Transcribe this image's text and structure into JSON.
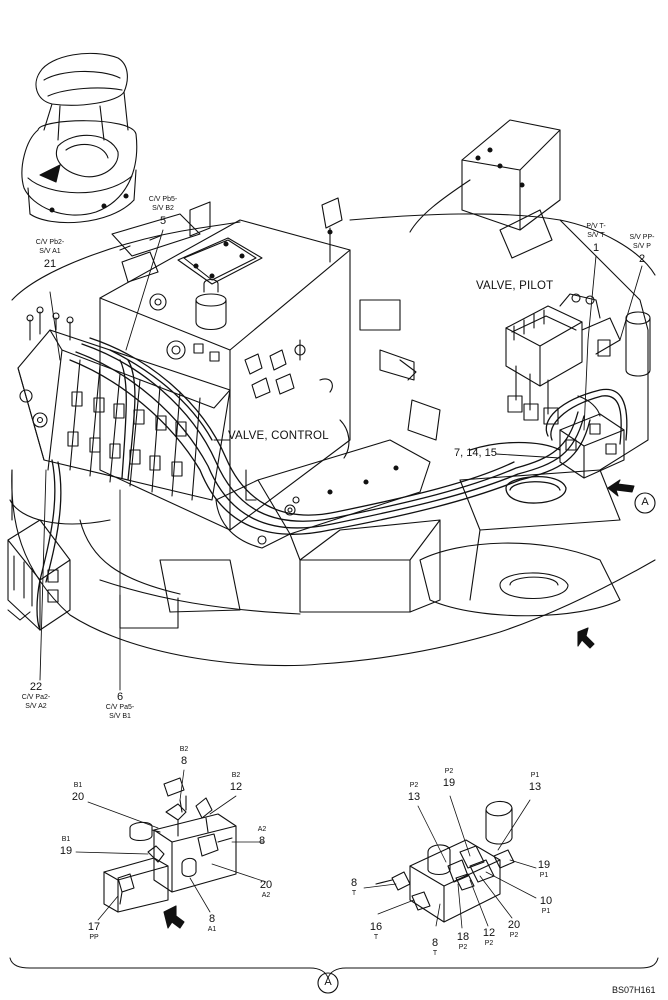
{
  "drawing_code": "BS07H161",
  "view_marker": "A",
  "titles": {
    "valve_pilot": "VALVE, PILOT",
    "valve_control": "VALVE, CONTROL"
  },
  "main_callouts": {
    "c5": {
      "num": "5",
      "l1": "C/V Pb5-",
      "l2": "S/V B2"
    },
    "c21": {
      "num": "21",
      "l1": "C/V Pb2-",
      "l2": "S/V A1"
    },
    "c1": {
      "num": "1",
      "l1": "P/V T-",
      "l2": "S/V T"
    },
    "c2": {
      "num": "2",
      "l1": "S/V PP-",
      "l2": "S/V P"
    },
    "c7": {
      "num": "7, 14, 15"
    },
    "c22": {
      "num": "22",
      "l1": "C/V Pa2-",
      "l2": "S/V A2"
    },
    "c6": {
      "num": "6",
      "l1": "C/V Pa5-",
      "l2": "S/V B1"
    }
  },
  "detail_left": [
    {
      "num": "8",
      "sub": "B2",
      "sub_pos": "above"
    },
    {
      "num": "12",
      "sub": "B2",
      "sub_pos": "above"
    },
    {
      "num": "20",
      "sub": "B1",
      "sub_pos": "above"
    },
    {
      "num": "19",
      "sub": "B1",
      "sub_pos": "above"
    },
    {
      "num": "8",
      "sub": "A2",
      "sub_pos": "above"
    },
    {
      "num": "20",
      "sub": "A2",
      "sub_pos": "below"
    },
    {
      "num": "17",
      "sub": "PP",
      "sub_pos": "below"
    },
    {
      "num": "8",
      "sub": "A1",
      "sub_pos": "below"
    }
  ],
  "detail_right": [
    {
      "num": "13",
      "sub": "P2",
      "sub_pos": "above"
    },
    {
      "num": "19",
      "sub": "P2",
      "sub_pos": "above"
    },
    {
      "num": "13",
      "sub": "P1",
      "sub_pos": "above"
    },
    {
      "num": "8",
      "sub": "T",
      "sub_pos": "below"
    },
    {
      "num": "19",
      "sub": "P1",
      "sub_pos": "below"
    },
    {
      "num": "10",
      "sub": "P1",
      "sub_pos": "below"
    },
    {
      "num": "16",
      "sub": "T",
      "sub_pos": "below"
    },
    {
      "num": "8",
      "sub": "T",
      "sub_pos": "below"
    },
    {
      "num": "18",
      "sub": "P2",
      "sub_pos": "below"
    },
    {
      "num": "12",
      "sub": "P2",
      "sub_pos": "below"
    },
    {
      "num": "20",
      "sub": "P2",
      "sub_pos": "below"
    }
  ]
}
